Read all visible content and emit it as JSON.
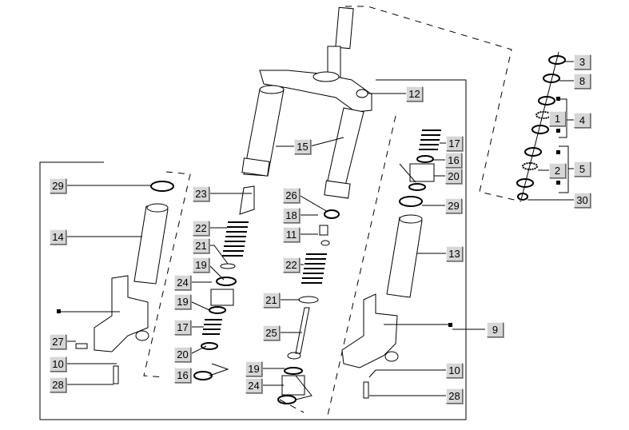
{
  "diagram": {
    "type": "exploded parts diagram",
    "colors": {
      "label_bg": "#d6d6d6",
      "line": "#000000"
    },
    "callouts": [
      "3",
      "8",
      "4",
      "1",
      "2",
      "5",
      "30",
      "12",
      "15",
      "17",
      "16",
      "20",
      "29",
      "29",
      "23",
      "26",
      "18",
      "11",
      "22",
      "22",
      "21",
      "19",
      "24",
      "21",
      "19",
      "17",
      "13",
      "14",
      "25",
      "9",
      "27",
      "10",
      "20",
      "16",
      "19",
      "24",
      "10",
      "28",
      "28"
    ]
  }
}
